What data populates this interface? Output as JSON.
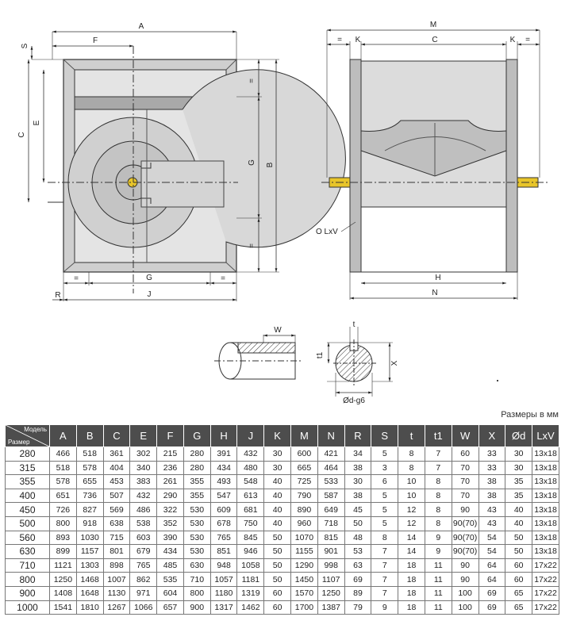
{
  "labels": {
    "front": {
      "A": "A",
      "F": "F",
      "S": "S",
      "C": "C",
      "E": "E",
      "G_right": "G",
      "B": "B",
      "eq_top": "=",
      "eq_bottom": "=",
      "eq_left": "=",
      "eq_right": "=",
      "G_bottom": "G",
      "R": "R",
      "J": "J"
    },
    "side": {
      "M": "M",
      "eq_left": "=",
      "K_left": "K",
      "C": "C",
      "K_right": "K",
      "eq_right": "=",
      "lxv": "O LxV",
      "H": "H",
      "N": "N"
    },
    "detail": {
      "W": "W",
      "t": "t",
      "t1": "t1",
      "X": "X",
      "d": "Ød-g6"
    }
  },
  "units_note": "Размеры в мм",
  "table": {
    "corner_top": "Модель",
    "corner_bottom": "Размер",
    "headers": [
      "A",
      "B",
      "C",
      "E",
      "F",
      "G",
      "H",
      "J",
      "K",
      "M",
      "N",
      "R",
      "S",
      "t",
      "t1",
      "W",
      "X",
      "Ød",
      "LxV"
    ],
    "rows": [
      [
        "280",
        "466",
        "518",
        "361",
        "302",
        "215",
        "280",
        "391",
        "432",
        "30",
        "600",
        "421",
        "34",
        "5",
        "8",
        "7",
        "60",
        "33",
        "30",
        "13x18"
      ],
      [
        "315",
        "518",
        "578",
        "404",
        "340",
        "236",
        "280",
        "434",
        "480",
        "30",
        "665",
        "464",
        "38",
        "3",
        "8",
        "7",
        "70",
        "33",
        "30",
        "13x18"
      ],
      [
        "355",
        "578",
        "655",
        "453",
        "383",
        "261",
        "355",
        "493",
        "548",
        "40",
        "725",
        "533",
        "30",
        "6",
        "10",
        "8",
        "70",
        "38",
        "35",
        "13x18"
      ],
      [
        "400",
        "651",
        "736",
        "507",
        "432",
        "290",
        "355",
        "547",
        "613",
        "40",
        "790",
        "587",
        "38",
        "5",
        "10",
        "8",
        "70",
        "38",
        "35",
        "13x18"
      ],
      [
        "450",
        "726",
        "827",
        "569",
        "486",
        "322",
        "530",
        "609",
        "681",
        "40",
        "890",
        "649",
        "45",
        "5",
        "12",
        "8",
        "90",
        "43",
        "40",
        "13x18"
      ],
      [
        "500",
        "800",
        "918",
        "638",
        "538",
        "352",
        "530",
        "678",
        "750",
        "40",
        "960",
        "718",
        "50",
        "5",
        "12",
        "8",
        "90(70)",
        "43",
        "40",
        "13x18"
      ],
      [
        "560",
        "893",
        "1030",
        "715",
        "603",
        "390",
        "530",
        "765",
        "845",
        "50",
        "1070",
        "815",
        "48",
        "8",
        "14",
        "9",
        "90(70)",
        "54",
        "50",
        "13x18"
      ],
      [
        "630",
        "899",
        "1157",
        "801",
        "679",
        "434",
        "530",
        "851",
        "946",
        "50",
        "1155",
        "901",
        "53",
        "7",
        "14",
        "9",
        "90(70)",
        "54",
        "50",
        "13x18"
      ],
      [
        "710",
        "1121",
        "1303",
        "898",
        "765",
        "485",
        "630",
        "948",
        "1058",
        "50",
        "1290",
        "998",
        "63",
        "7",
        "18",
        "11",
        "90",
        "64",
        "60",
        "17x22"
      ],
      [
        "800",
        "1250",
        "1468",
        "1007",
        "862",
        "535",
        "710",
        "1057",
        "1181",
        "50",
        "1450",
        "1107",
        "69",
        "7",
        "18",
        "11",
        "90",
        "64",
        "60",
        "17x22"
      ],
      [
        "900",
        "1408",
        "1648",
        "1130",
        "971",
        "604",
        "800",
        "1180",
        "1319",
        "60",
        "1570",
        "1250",
        "89",
        "7",
        "18",
        "11",
        "100",
        "69",
        "65",
        "17x22"
      ],
      [
        "1000",
        "1541",
        "1810",
        "1267",
        "1066",
        "657",
        "900",
        "1317",
        "1462",
        "60",
        "1700",
        "1387",
        "79",
        "9",
        "18",
        "11",
        "100",
        "69",
        "65",
        "17x22"
      ]
    ]
  }
}
